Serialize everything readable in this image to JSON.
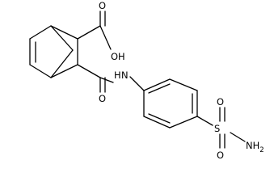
{
  "molecule": {
    "atom_labels": {
      "carboxyl_oh": "OH",
      "carboxyl_o": "O",
      "amide_nh": "H",
      "amide_n": "N",
      "amide_o": "O",
      "sulfur": "S",
      "sulfonyl_o_top": "O",
      "sulfonyl_o_bottom": "O",
      "sulfonamide_nh2": "NH",
      "sulfonamide_subscript": "2"
    },
    "colors": {
      "bond": "#000000",
      "background": "#ffffff"
    }
  }
}
